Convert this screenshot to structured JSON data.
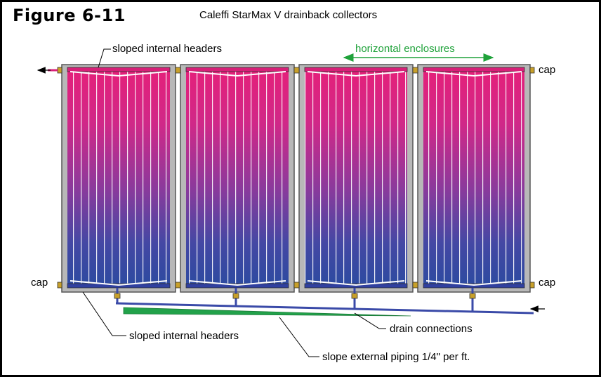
{
  "figure": {
    "number": "Figure 6-11",
    "title": "Caleffi StarMax V drainback collectors"
  },
  "labels": {
    "top_headers": "sloped internal headers",
    "enclosures": "horizontal enclosures",
    "cap_top_right": "cap",
    "cap_bottom_left": "cap",
    "cap_bottom_right": "cap",
    "bottom_headers": "sloped internal headers",
    "drain": "drain connections",
    "slope": "slope external piping 1/4\" per ft."
  },
  "colors": {
    "gradient_top": "#e0207a",
    "gradient_bottom": "#2a4aa0",
    "frame_gray": "#b8b8b8",
    "pipe_blue": "#3a4aa8",
    "slope_green": "#22a24a",
    "annotation_green": "#1fa23a",
    "fitting_gold": "#c8a02a"
  },
  "collector_count": 4
}
